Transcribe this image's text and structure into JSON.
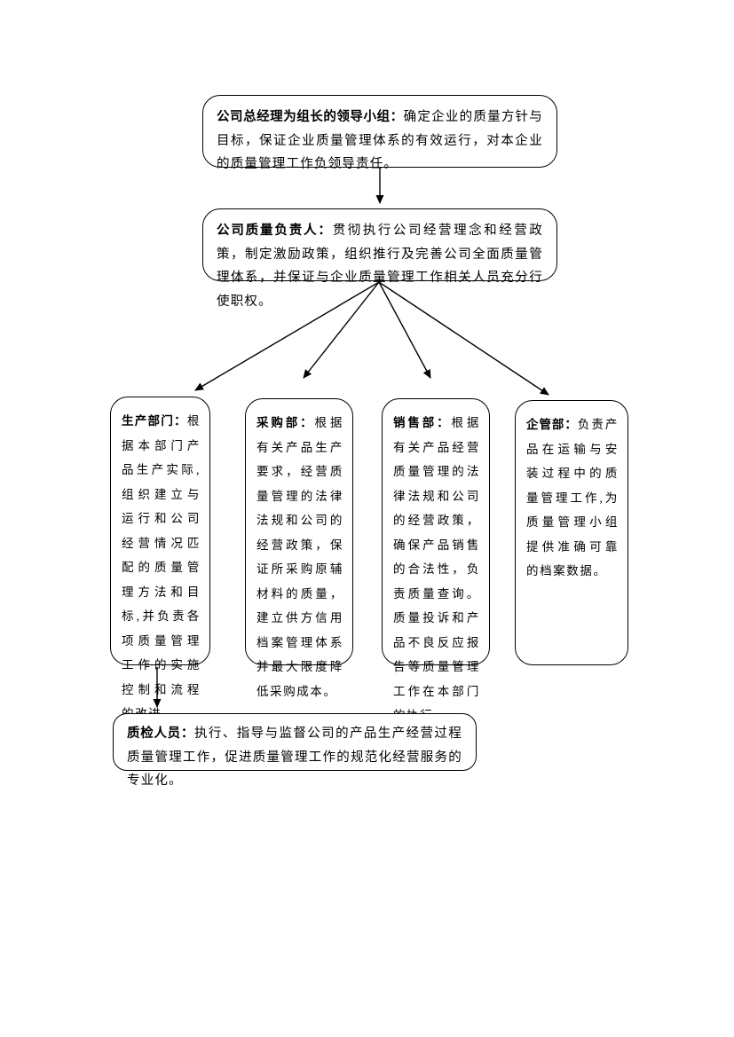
{
  "page": {
    "background_color": "#ffffff",
    "ink_color": "#000000",
    "diagram_type": "quality-management-org-flowchart"
  },
  "nodes": {
    "leader": {
      "label": "公司总经理为组长的领导小组：",
      "body": "确定企业的质量方针与目标，保证企业质量管理体系的有效运行，对本企业的质量管理工作负领导责任。"
    },
    "principal": {
      "label": "公司质量负责人：",
      "body": "贯彻执行公司经营理念和经营政策，制定激励政策，组织推行及完善公司全面质量管理体系，并保证与企业质量管理工作相关人员充分行使职权。"
    },
    "production": {
      "label": "生产部门：",
      "body": "根据本部门产品生产实际,组织建立与运行和公司经营情况匹配的质量管理方法和目标,并负责各项质量管理工作的实施控制和流程的改进。"
    },
    "purchasing": {
      "label": "采购部：",
      "body": "根据有关产品生产要求，经营质量管理的法律法规和公司的经营政策，保证所采购原辅材料的质量，建立供方信用档案管理体系并最大限度降低采购成本。"
    },
    "sales": {
      "label": "销售部：",
      "body": "根据有关产品经营质量管理的法律法规和公司的经营政策，确保产品销售的合法性，负责质量查询。质量投诉和产品不良反应报告等质量管理工作在本部门的执行。"
    },
    "enterprise": {
      "label": "企管部：",
      "body": "负责产品在运输与安装过程中的质量管理工作,为质量管理小组提供准确可靠的档案数据。"
    },
    "qc": {
      "label": "质检人员：",
      "body": "执行、指导与监督公司的产品生产经营过程质量管理工作，促进质量管理工作的规范化经营服务的专业化。"
    }
  }
}
